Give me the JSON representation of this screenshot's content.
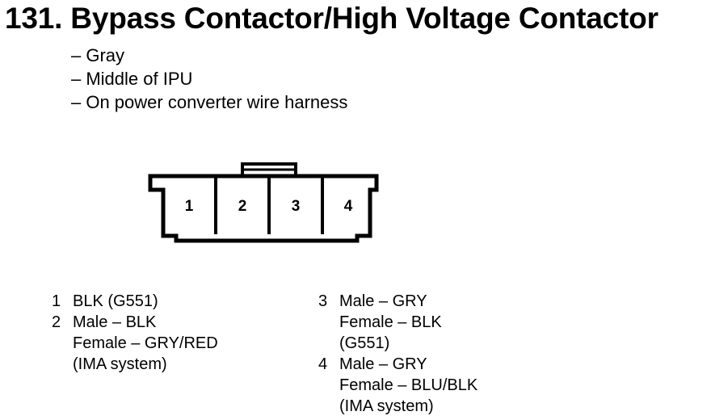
{
  "title": "131. Bypass Contactor/High Voltage Contactor",
  "details": [
    "– Gray",
    "– Middle of IPU",
    "– On power converter wire harness"
  ],
  "connector": {
    "terminals": [
      "1",
      "2",
      "3",
      "4"
    ]
  },
  "pins_left": [
    {
      "num": "1",
      "lines": [
        "BLK (G551)"
      ]
    },
    {
      "num": "2",
      "lines": [
        "Male – BLK",
        "Female – GRY/RED",
        "(IMA system)"
      ]
    }
  ],
  "pins_right": [
    {
      "num": "3",
      "lines": [
        "Male – GRY",
        "Female – BLK",
        "(G551)"
      ]
    },
    {
      "num": "4",
      "lines": [
        "Male – GRY",
        "Female – BLU/BLK",
        "(IMA system)"
      ]
    }
  ]
}
